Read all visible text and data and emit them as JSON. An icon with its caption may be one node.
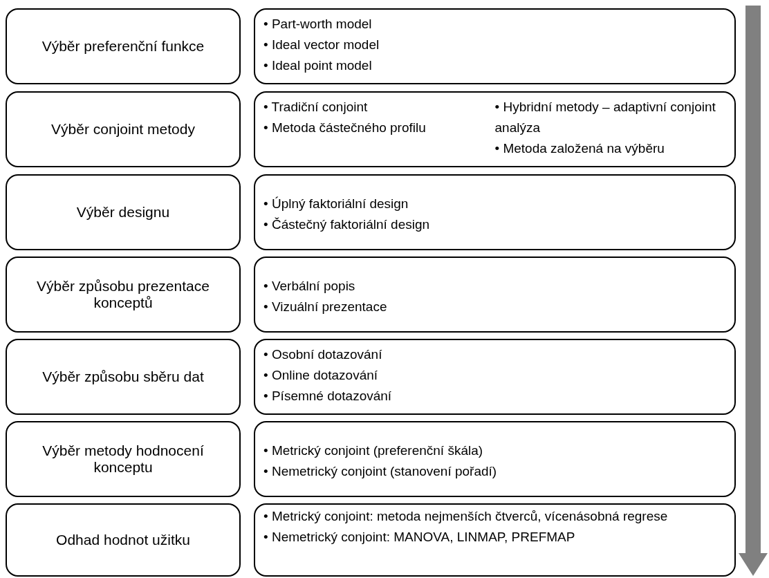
{
  "diagram": {
    "nodes": [
      {
        "text": [
          "Výběr preferenční funkce"
        ]
      },
      {
        "text": [
          "• Part-worth model",
          "• Ideal vector model",
          "• Ideal point model"
        ]
      },
      {
        "text": [
          "Výběr conjoint metody"
        ]
      },
      {
        "text": [
          "• Tradiční conjoint",
          "• Metoda částečného profilu",
          "• Hybridní metody – adaptivní conjoint analýza",
          "• Metoda založená na výběru"
        ]
      },
      {
        "text": [
          "Výběr designu"
        ]
      },
      {
        "text": [
          "• Úplný faktoriální design",
          "• Částečný faktoriální design"
        ]
      },
      {
        "text": [
          "Výběr způsobu prezentace konceptů"
        ]
      },
      {
        "text": [
          "• Verbální popis",
          "• Vizuální prezentace"
        ]
      },
      {
        "text": [
          "Výběr způsobu sběru dat"
        ]
      },
      {
        "text": [
          "• Osobní dotazování",
          "• Online dotazování",
          "• Písemné dotazování"
        ]
      },
      {
        "text": [
          "Výběr metody hodnocení konceptu"
        ]
      },
      {
        "text": [
          "• Metrický conjoint (preferenční škála)",
          "• Nemetrický conjoint (stanovení pořadí)"
        ]
      },
      {
        "text": [
          "Odhad hodnot užitku"
        ]
      },
      {
        "text": [
          "• Metrický conjoint: metoda nejmenších čtverců, vícenásobná regrese",
          "• Nemetrický conjoint: MANOVA, LINMAP, PREFMAP"
        ]
      }
    ]
  }
}
